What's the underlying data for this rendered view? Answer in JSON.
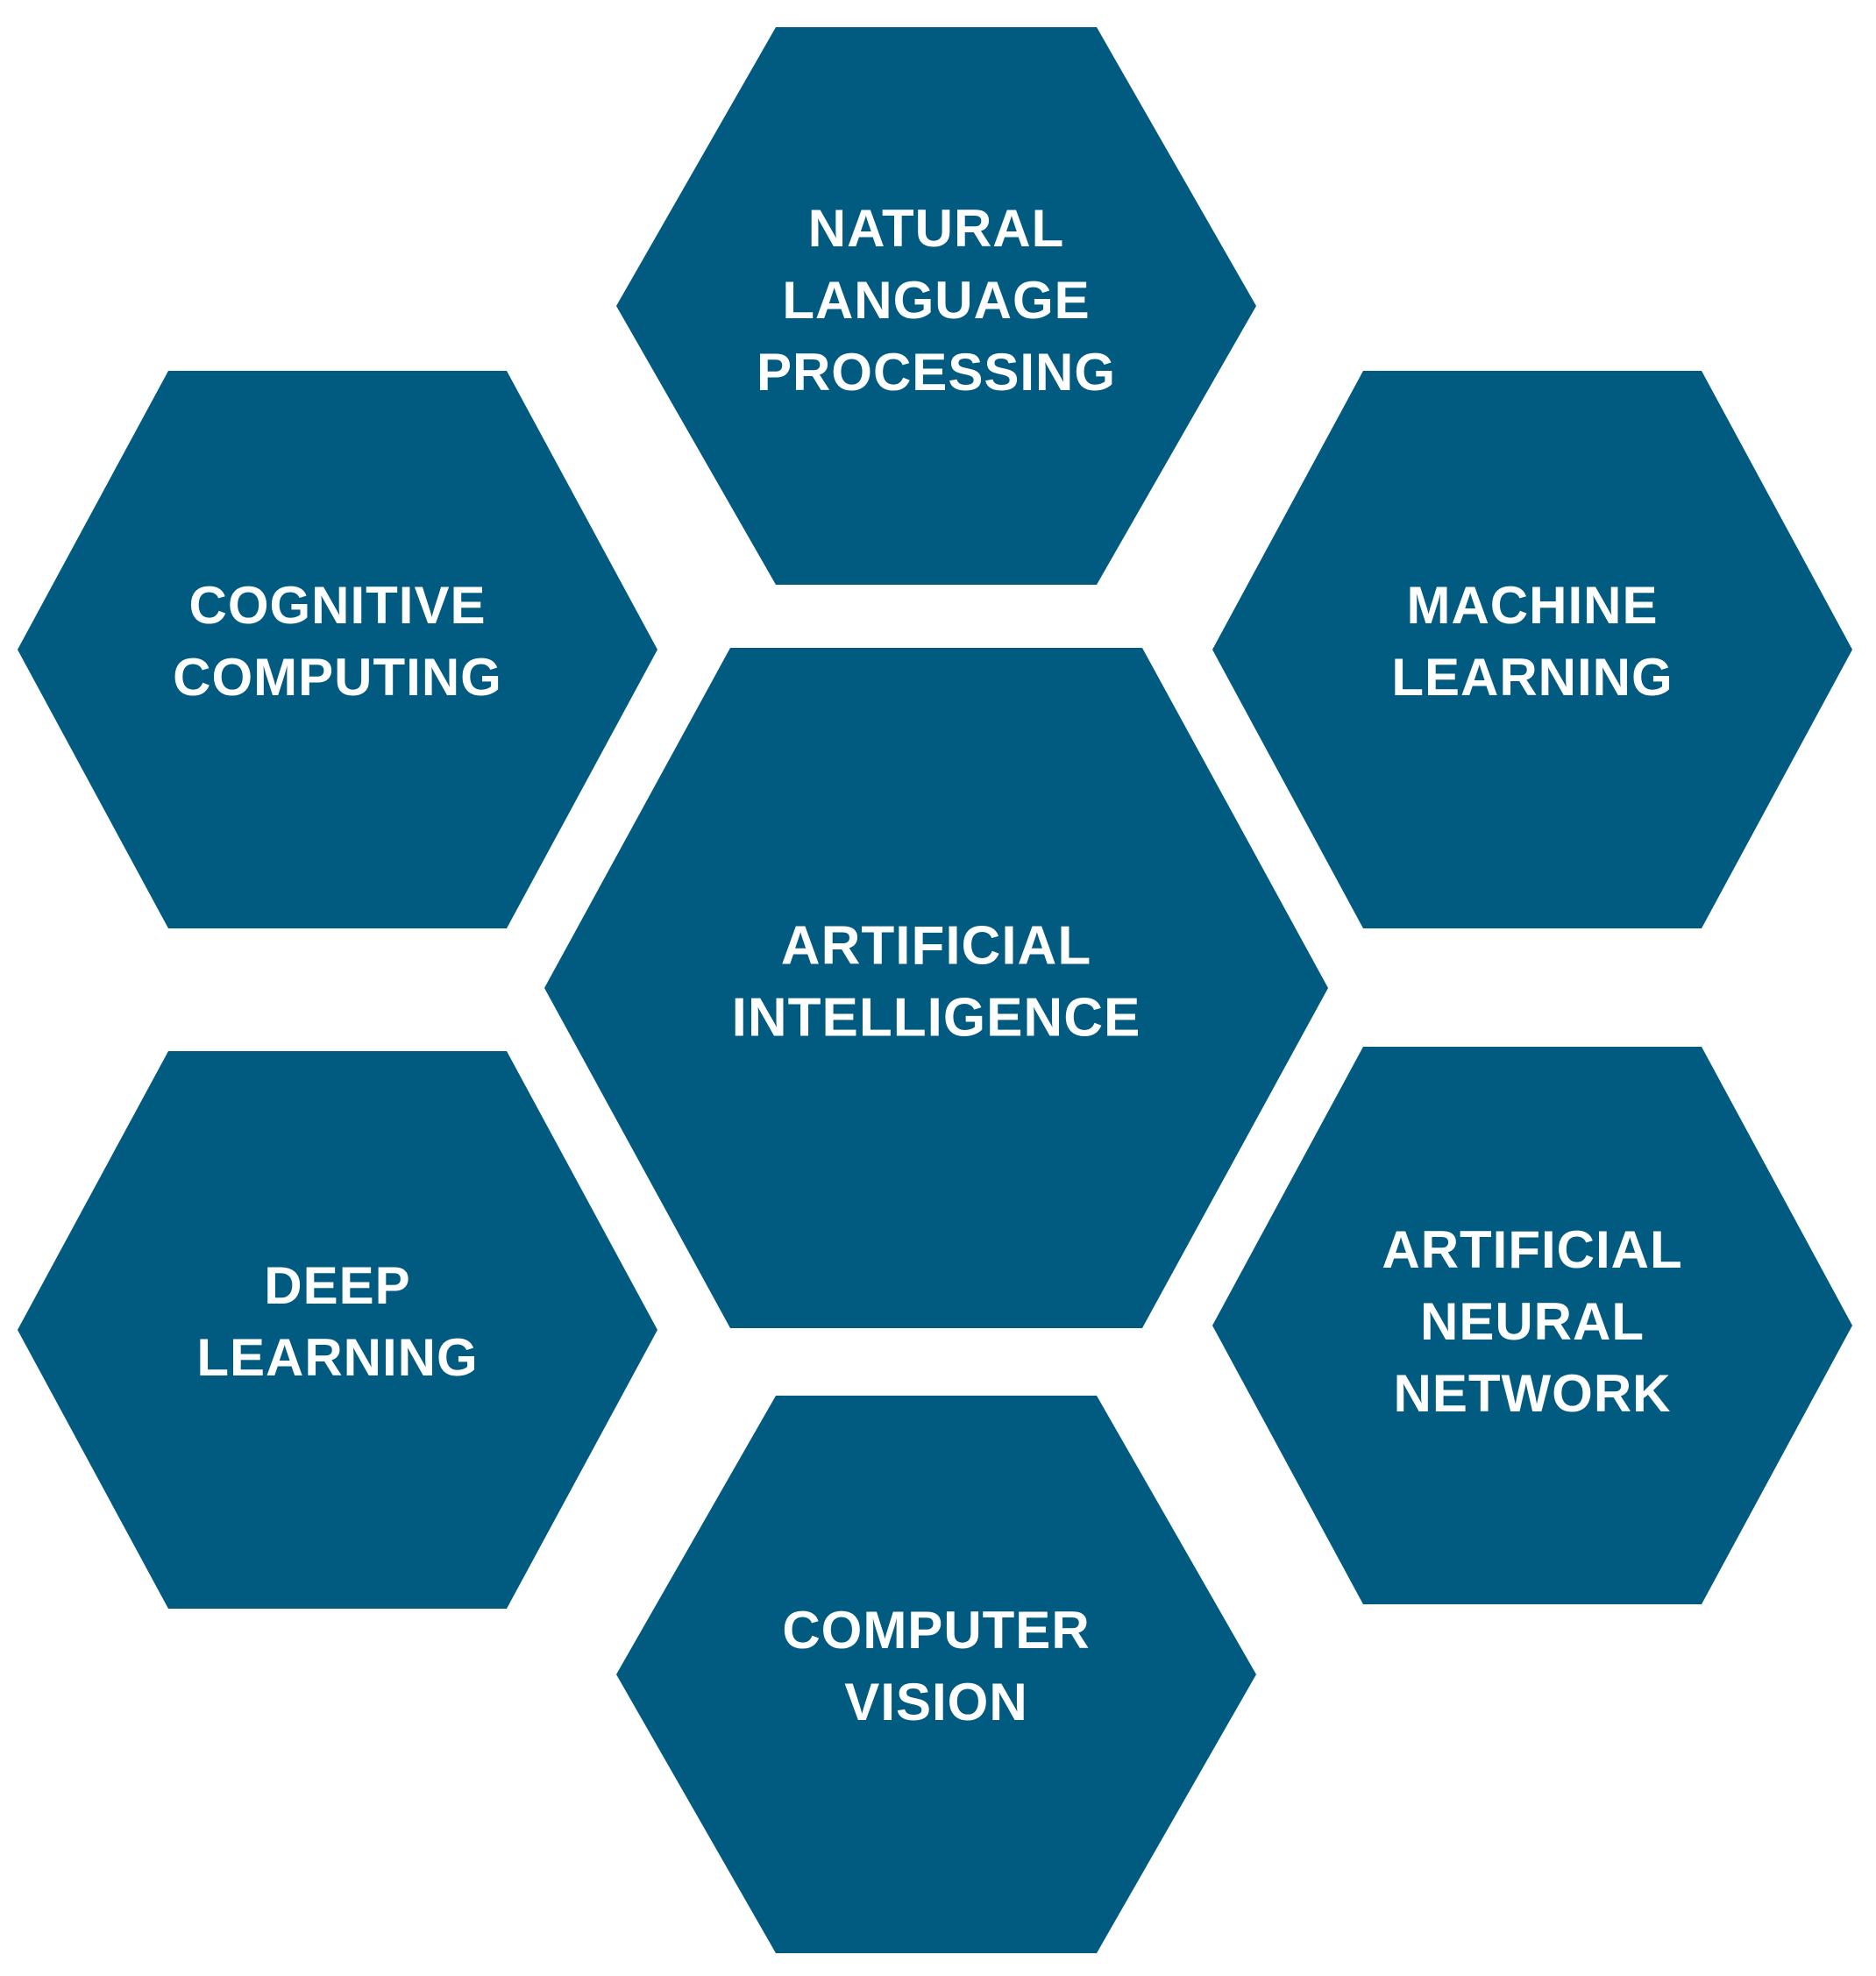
{
  "colors": {
    "hexagon_fill": "#015B80",
    "label_text": "#FFFFFF",
    "background": "#FFFFFF"
  },
  "hexagons": [
    {
      "id": "natural-language-processing",
      "lines": [
        "NATURAL",
        "LANGUAGE",
        "PROCESSING"
      ]
    },
    {
      "id": "cognitive-computing",
      "lines": [
        "COGNITIVE",
        "COMPUTING"
      ]
    },
    {
      "id": "machine-learning",
      "lines": [
        "MACHINE",
        "LEARNING"
      ]
    },
    {
      "id": "artificial-intelligence",
      "lines": [
        "ARTIFICIAL",
        "INTELLIGENCE"
      ]
    },
    {
      "id": "deep-learning",
      "lines": [
        "DEEP",
        "LEARNING"
      ]
    },
    {
      "id": "artificial-neural-network",
      "lines": [
        "ARTIFICIAL",
        "NEURAL",
        "NETWORK"
      ]
    },
    {
      "id": "computer-vision",
      "lines": [
        "COMPUTER",
        "VISION"
      ]
    }
  ]
}
